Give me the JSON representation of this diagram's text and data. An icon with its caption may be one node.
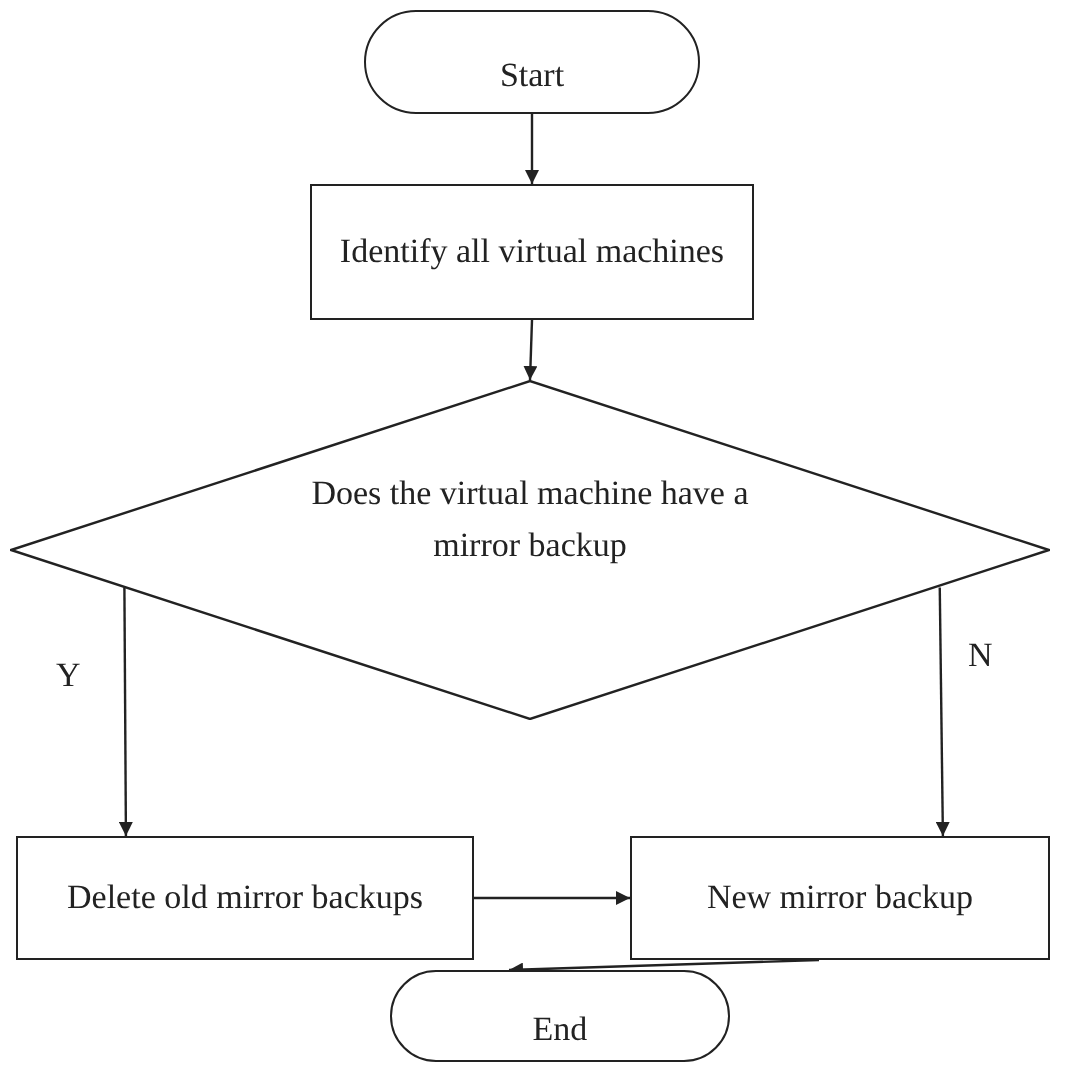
{
  "diagram": {
    "nodes": [
      {
        "text": [
          "Start"
        ]
      },
      {
        "text": [
          "Identify all virtual machines"
        ]
      },
      {
        "text": [
          "Does the virtual machine have a mirror backup"
        ]
      },
      {
        "text": [
          "Delete old mirror backups"
        ]
      },
      {
        "text": [
          "New mirror backup"
        ]
      },
      {
        "text": [
          "End"
        ]
      }
    ],
    "edges": [
      {
        "from": 0,
        "to": 1,
        "arrow": "to"
      },
      {
        "from": 1,
        "to": 2,
        "arrow": "to"
      },
      {
        "from": 2,
        "to": 3,
        "arrow": "to",
        "label": "Y"
      },
      {
        "from": 2,
        "to": 4,
        "arrow": "to",
        "label": "N"
      },
      {
        "from": 3,
        "to": 4,
        "arrow": "to"
      },
      {
        "from": 4,
        "to": 5,
        "arrow": "to"
      }
    ]
  }
}
